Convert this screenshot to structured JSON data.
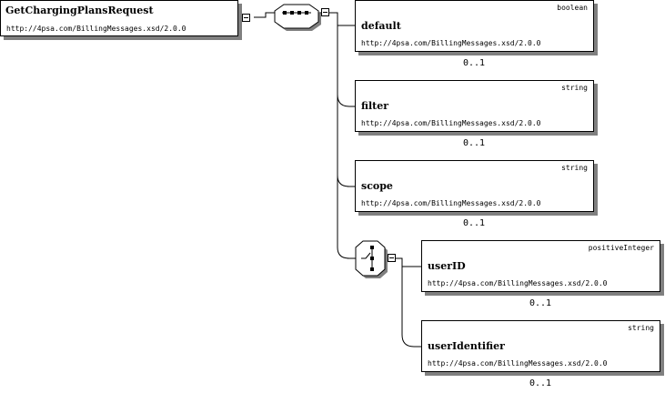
{
  "root": {
    "name": "GetChargingPlansRequest",
    "namespace": "http://4psa.com/BillingMessages.xsd/2.0.0"
  },
  "sequence": {
    "icon": "sequence-compositor-icon",
    "elements": [
      {
        "name": "default",
        "type": "boolean",
        "namespace": "http://4psa.com/BillingMessages.xsd/2.0.0",
        "cardinality": "0..1"
      },
      {
        "name": "filter",
        "type": "string",
        "namespace": "http://4psa.com/BillingMessages.xsd/2.0.0",
        "cardinality": "0..1"
      },
      {
        "name": "scope",
        "type": "string",
        "namespace": "http://4psa.com/BillingMessages.xsd/2.0.0",
        "cardinality": "0..1"
      }
    ]
  },
  "choice": {
    "icon": "choice-compositor-icon",
    "elements": [
      {
        "name": "userID",
        "type": "positiveInteger",
        "namespace": "http://4psa.com/BillingMessages.xsd/2.0.0",
        "cardinality": "0..1"
      },
      {
        "name": "userIdentifier",
        "type": "string",
        "namespace": "http://4psa.com/BillingMessages.xsd/2.0.0",
        "cardinality": "0..1"
      }
    ]
  },
  "colors": {
    "shadow": "#808080",
    "line": "#000000",
    "background": "#ffffff"
  }
}
